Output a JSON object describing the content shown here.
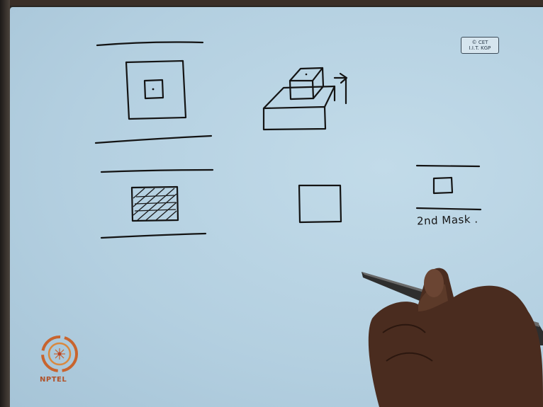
{
  "watermark": {
    "line1": "© CET",
    "line2": "I.I.T. KGP"
  },
  "annotation": {
    "mask_label": "2nd Mask ."
  },
  "logo": {
    "text": "NPTEL",
    "accent_color": "#c8642e"
  },
  "colors": {
    "paper": "#b8d3e4",
    "ink": "#141414",
    "pen": "#3b3b3b",
    "skin": "#4a2a1c"
  },
  "icons": {
    "logo_symbol": "nptel-logo-icon"
  }
}
